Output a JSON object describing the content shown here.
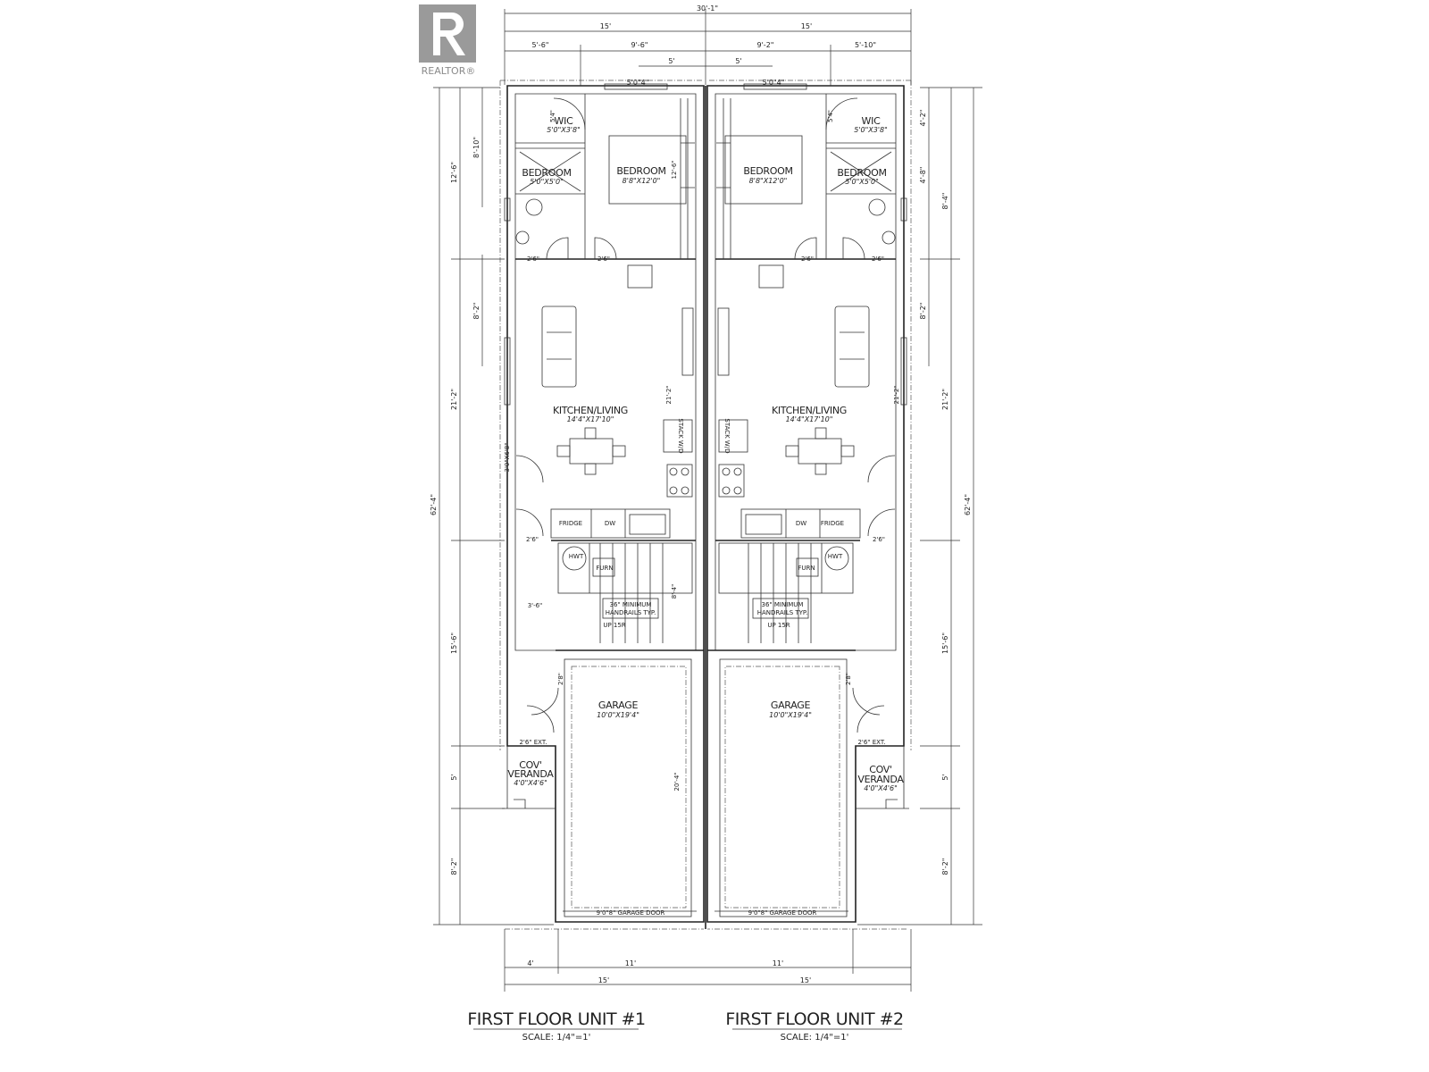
{
  "logo": {
    "text": "REALTOR®",
    "color": "#9a9a9a"
  },
  "top_dims": {
    "overall": "30'-1\"",
    "half_left": "15'",
    "half_right": "15'",
    "seg_1": "5'-6\"",
    "seg_2": "9'-6\"",
    "seg_3": "9'-2\"",
    "seg_4": "5'-10\"",
    "offset_left": "5'",
    "offset_right": "5'",
    "window_left": "5'0\"4\"",
    "window_right": "5'0\"4\""
  },
  "left_dims": {
    "overall": "62'-4\"",
    "bedrooms": "12'-6\"",
    "living": "21'-2\"",
    "stair": "15'-6\"",
    "veranda": "5'",
    "garage_front": "8'-2\"",
    "bed_inner": "8'-10\"",
    "living_inner": "8'-2\""
  },
  "right_dims": {
    "overall": "62'-4\"",
    "wic": "4'-2\"",
    "bed": "8'-4\"",
    "bed_inner": "4'-8\"",
    "living": "21'-2\"",
    "living_inner": "8'-2\"",
    "stair": "15'-6\"",
    "veranda": "5'",
    "garage_front": "8'-2\""
  },
  "bottom_dims": {
    "veranda_w": "4'",
    "garage_left": "11'",
    "garage_right": "11'",
    "unit_left": "15'",
    "unit_right": "15'"
  },
  "unit1": {
    "title": "FIRST FLOOR UNIT #1",
    "scale": "SCALE: 1/4\"=1'",
    "wic": {
      "name": "WIC",
      "size": "5'0\"X3'8\""
    },
    "bedroom_small": {
      "name": "BEDROOM",
      "size": "5'0\"X5'0\""
    },
    "bedroom": {
      "name": "BEDROOM",
      "size": "8'8\"X12'0\""
    },
    "kitchen_living": {
      "name": "KITCHEN/LIVING",
      "size": "14'4\"X17'10\""
    },
    "garage": {
      "name": "GARAGE",
      "size": "10'0\"X19'4\""
    },
    "veranda": {
      "name1": "COV'",
      "name2": "VERANDA",
      "size": "4'0\"X4'6\""
    },
    "fridge": "FRIDGE",
    "dw": "DW",
    "hwt": "HWT",
    "furn": "FURN",
    "stack_wd": "STACK W/D",
    "handrail_1": "36\" MINIMUM",
    "handrail_2": "HANDRAILS TYP.",
    "up": "UP 15R",
    "garage_door": "9'0\"8\" GARAGE DOOR",
    "ext_door": "2'6\" EXT.",
    "door_bath": "2'6\"",
    "door_bed": "2'6\"",
    "door_stair": "2'6\"",
    "door_wic": "5'4\"",
    "door_side": "3'0\"X6'8\"",
    "door_garage": "2'8\"",
    "hall": "3'-6\"",
    "stair_h": "8'-4\"",
    "living_h": "21'-2\"",
    "garage_h": "20'-4\"",
    "closet": "12'-6\""
  },
  "unit2": {
    "title": "FIRST FLOOR UNIT #2",
    "scale": "SCALE: 1/4\"=1'",
    "wic": {
      "name": "WIC",
      "size": "5'0\"X3'8\""
    },
    "bedroom_small": {
      "name": "BEDROOM",
      "size": "5'0\"X5'0\""
    },
    "bedroom": {
      "name": "BEDROOM",
      "size": "8'8\"X12'0\""
    },
    "kitchen_living": {
      "name": "KITCHEN/LIVING",
      "size": "14'4\"X17'10\""
    },
    "garage": {
      "name": "GARAGE",
      "size": "10'0\"X19'4\""
    },
    "veranda": {
      "name1": "COV'",
      "name2": "VERANDA",
      "size": "4'0\"X4'6\""
    },
    "fridge": "FRIDGE",
    "dw": "DW",
    "hwt": "HWT",
    "furn": "FURN",
    "stack_wd": "STACK W/D",
    "handrail_1": "36\" MINIMUM",
    "handrail_2": "HANDRAILS TYP.",
    "up": "UP 15R",
    "garage_door": "9'0\"8\" GARAGE DOOR",
    "ext_door": "2'6\" EXT.",
    "door_bath": "2'6\"",
    "door_bed": "2'6\"",
    "door_stair": "2'6\"",
    "door_wic": "5'4\"",
    "door_garage": "2'8\"",
    "living_h": "21'-2\""
  }
}
